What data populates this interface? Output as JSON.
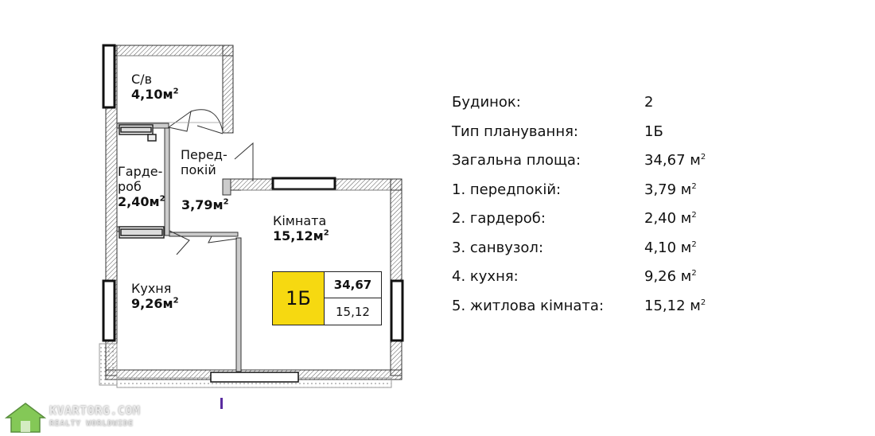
{
  "plan": {
    "rooms": [
      {
        "id": "bathroom",
        "name": "С/в",
        "area": "4,10м",
        "sup": "2"
      },
      {
        "id": "hallway",
        "name": "Перед-\nпокій",
        "area": "3,79м",
        "sup": "2"
      },
      {
        "id": "wardrobe",
        "name": "Гарде-\nроб",
        "area": "2,40м",
        "sup": "2"
      },
      {
        "id": "room",
        "name": "Кімната",
        "area": "15,12м",
        "sup": "2"
      },
      {
        "id": "kitchen",
        "name": "Кухня",
        "area": "9,26м",
        "sup": "2"
      }
    ],
    "badge": {
      "type": "1Б",
      "total": "34,67",
      "living": "15,12"
    }
  },
  "specs": [
    {
      "label": "Будинок:",
      "value": "2",
      "sup": ""
    },
    {
      "label": "Тип планування:",
      "value": "1Б",
      "sup": ""
    },
    {
      "label": "Загальна площа:",
      "value": "34,67 м",
      "sup": "2"
    },
    {
      "label": "1. передпокій:",
      "value": "3,79 м",
      "sup": "2"
    },
    {
      "label": "2. гардероб:",
      "value": "2,40 м",
      "sup": "2"
    },
    {
      "label": "3. санвузол:",
      "value": "4,10 м",
      "sup": "2"
    },
    {
      "label": "4. кухня:",
      "value": "9,26 м",
      "sup": "2"
    },
    {
      "label": "5. житлова кімната:",
      "value": "15,12 м",
      "sup": "2"
    }
  ],
  "watermark": {
    "line1": "KVARTORG.COM",
    "line2": "REALTY WORLDWIDE"
  },
  "colors": {
    "badge_yellow": "#f6d911",
    "wall_hatch": "#555555",
    "logo_green": "#6fbf3a"
  }
}
